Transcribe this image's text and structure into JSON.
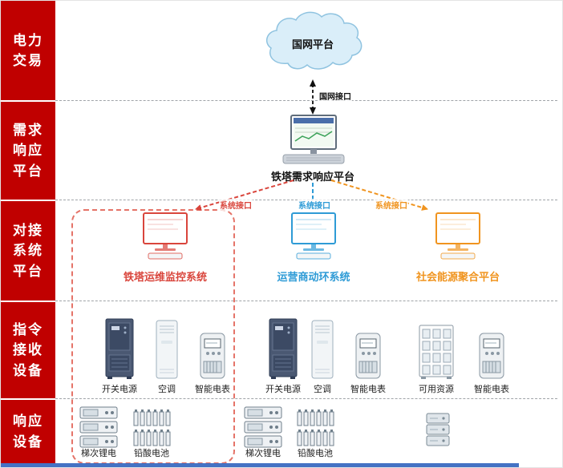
{
  "sidebar": {
    "bg_color": "#c00000",
    "sections": [
      {
        "id": "power-trading",
        "label": "电力\n交易"
      },
      {
        "id": "demand-response-platform",
        "label": "需求\n响应\n平台"
      },
      {
        "id": "interfacing-system-platform",
        "label": "对接\n系统\n平台"
      },
      {
        "id": "command-receiving-devices",
        "label": "指令\n接收\n设备"
      },
      {
        "id": "response-devices",
        "label": "响应\n设备"
      }
    ]
  },
  "grid": {
    "cloud_label": "国网平台",
    "interface_label": "国网接口",
    "cloud_icon": "cloud-icon"
  },
  "platform": {
    "label": "铁塔需求响应平台",
    "icon": "computer-monitor-icon"
  },
  "system_interfaces": [
    {
      "label": "系统接口",
      "color": "#d9453c"
    },
    {
      "label": "系统接口",
      "color": "#2e9bd6"
    },
    {
      "label": "系统接口",
      "color": "#f0941f"
    }
  ],
  "systems": [
    {
      "label": "铁塔运维监控系统",
      "color": "#d9453c",
      "icon": "computer-monitor-icon"
    },
    {
      "label": "运营商动环系统",
      "color": "#2e9bd6",
      "icon": "computer-monitor-icon"
    },
    {
      "label": "社会能源聚合平台",
      "color": "#f0941f",
      "icon": "computer-monitor-icon"
    }
  ],
  "command_devices": [
    {
      "column": 1,
      "items": [
        {
          "label": "开关电源",
          "icon": "power-cabinet-icon"
        },
        {
          "label": "空调",
          "icon": "air-conditioner-icon"
        },
        {
          "label": "智能电表",
          "icon": "smart-meter-icon"
        }
      ]
    },
    {
      "column": 2,
      "items": [
        {
          "label": "开关电源",
          "icon": "power-cabinet-icon"
        },
        {
          "label": "空调",
          "icon": "air-conditioner-icon"
        },
        {
          "label": "智能电表",
          "icon": "smart-meter-icon"
        }
      ]
    },
    {
      "column": 3,
      "items": [
        {
          "label": "可用资源",
          "icon": "resource-cabinet-icon"
        },
        {
          "label": "智能电表",
          "icon": "smart-meter-icon"
        }
      ]
    }
  ],
  "response_devices": [
    {
      "column": 1,
      "items": [
        {
          "label": "梯次锂电",
          "icon": "battery-rack-icon"
        },
        {
          "label": "铅酸电池",
          "icon": "lead-acid-battery-icon"
        }
      ]
    },
    {
      "column": 2,
      "items": [
        {
          "label": "梯次锂电",
          "icon": "battery-rack-icon"
        },
        {
          "label": "铅酸电池",
          "icon": "lead-acid-battery-icon"
        }
      ]
    },
    {
      "column": 3,
      "items": [
        {
          "label": "",
          "icon": "server-stack-icon"
        }
      ]
    }
  ],
  "colors": {
    "sidebar_red": "#c00000",
    "separator_gray": "#a0a4a8",
    "highlight_box": "#e57368",
    "bottom_bar_blue": "#4472c4",
    "arrow_black": "#111111"
  }
}
